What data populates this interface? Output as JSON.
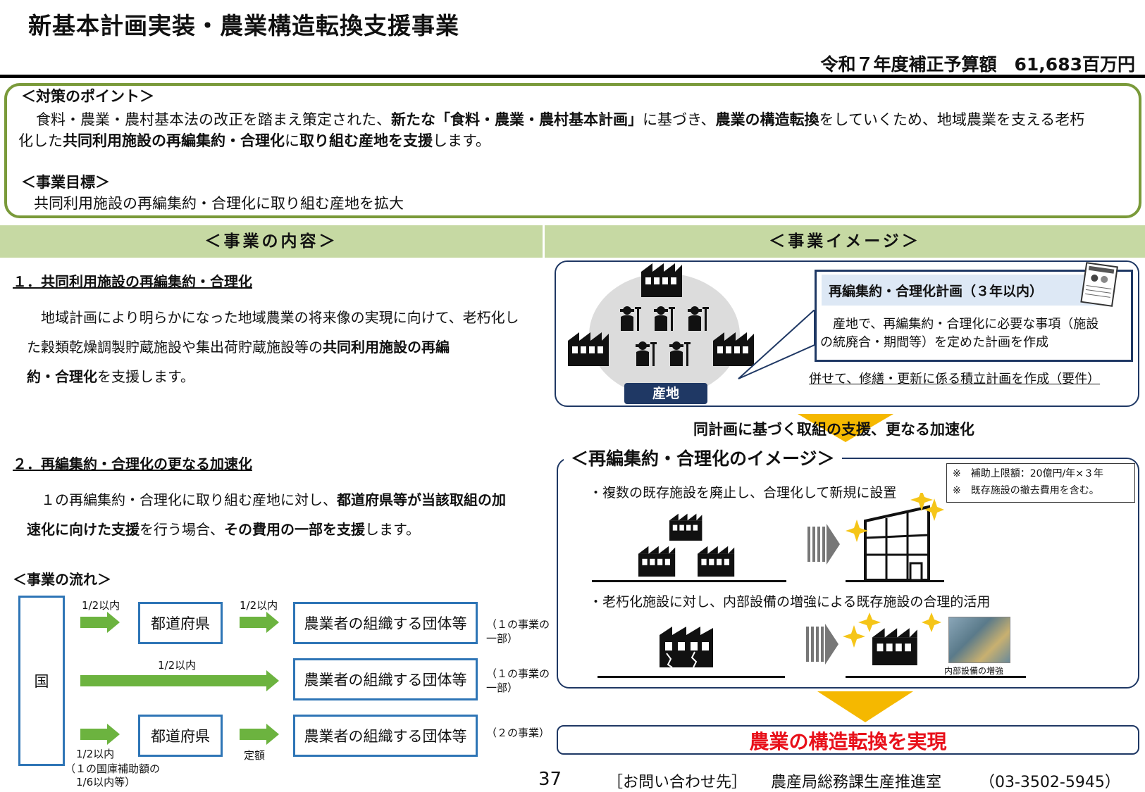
{
  "header": {
    "title": "新基本計画実装・農業構造転換支援事業",
    "budget": "令和７年度補正予算額　61,683百万円"
  },
  "points": {
    "heading": "＜対策のポイント＞",
    "line1_pre": "　食料・農業・農村基本法の改正を踏まえ策定された、",
    "line1_b1": "新たな「食料・農業・農村基本計画」",
    "line1_mid": "に基づき、",
    "line1_b2": "農業の構造転換",
    "line1_post": "をしていくため、地域農業を支える老朽",
    "line2_pre": "化した",
    "line2_b1": "共同利用施設の再編集約・合理化",
    "line2_mid": "に",
    "line2_b2": "取り組む産地を支援",
    "line2_post": "します。",
    "goal_heading": "＜事業目標＞",
    "goal_text": "共同利用施設の再編集約・合理化に取り組む産地を拡大"
  },
  "bands": {
    "left": "＜事業の内容＞",
    "right": "＜事業イメージ＞"
  },
  "content": {
    "sec1_title": "１．共同利用施設の再編集約・合理化",
    "sec1_l1": "　地域計画により明らかになった地域農業の将来像の実現に向けて、老朽化し",
    "sec1_l2_pre": "た穀類乾燥調製貯蔵施設や集出荷貯蔵施設等の",
    "sec1_l2_b": "共同利用施設の再編",
    "sec1_l3_b": "約・合理化",
    "sec1_l3_post": "を支援します。",
    "sec2_title": "２．再編集約・合理化の更なる加速化",
    "sec2_l1_pre": "　１の再編集約・合理化に取り組む産地に対し、",
    "sec2_l1_b": "都道府県等が当該取組の加",
    "sec2_l2_b1": "速化に向けた支援",
    "sec2_l2_mid": "を行う場合、",
    "sec2_l2_b2": "その費用の一部を支援",
    "sec2_l2_post": "します。",
    "flow_heading": "＜事業の流れ＞"
  },
  "flow": {
    "kuni": "国",
    "pref": "都道府県",
    "org": "農業者の組織する団体等",
    "half": "1/2以内",
    "fixed": "定額",
    "note1": "（１の事業の　一部）",
    "note2": "（１の事業の　一部）",
    "note3": "（２の事業）",
    "sub1": "（１の国庫補助額の",
    "sub2": "1/6以内等）"
  },
  "image": {
    "plan_title": "再編集約・合理化計画（３年以内）",
    "plan_text1": "　産地で、再編集約・合理化に必要な事項（施設",
    "plan_text2": "の統廃合・期間等）を定めた計画を作成",
    "plan_text3": "併せて、修繕・更新に係る積立計画を作成（要件）",
    "santi": "産地",
    "accel": "同計画に基づく取組の支援、更なる加速化",
    "img_heading": "＜再編集約・合理化のイメージ＞",
    "cap1": "※　補助上限額：20億円/年×３年",
    "cap2": "※　既存施設の撤去費用を含む。",
    "bullet1": "・複数の既存施設を廃止し、合理化して新規に設置",
    "bullet2": "・老朽化施設に対し、内部設備の増強による既存施設の合理的活用",
    "equip_label": "内部設備の増強",
    "result": "農業の構造転換を実現",
    "result_color": "#e8101a"
  },
  "footer": {
    "page": "37",
    "contact_label": "［お問い合わせ先］",
    "contact_office": "農産局総務課生産推進室",
    "contact_phone": "（03-3502-5945）"
  }
}
